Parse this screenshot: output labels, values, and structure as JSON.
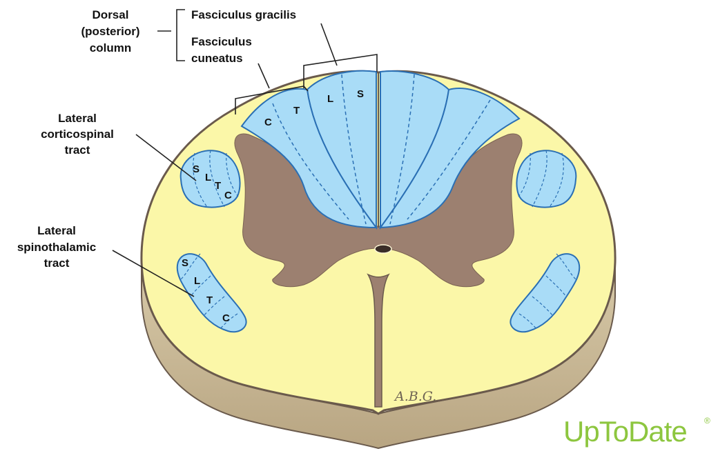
{
  "labels": {
    "dorsal_column": [
      "Dorsal",
      "(posterior)",
      "column"
    ],
    "fasciculus_gracilis": "Fasciculus gracilis",
    "fasciculus_cuneatus": [
      "Fasciculus",
      "cuneatus"
    ],
    "lateral_corticospinal": [
      "Lateral",
      "corticospinal",
      "tract"
    ],
    "lateral_spinothalamic": [
      "Lateral",
      "spinothalamic",
      "tract"
    ]
  },
  "segments": {
    "dorsal_cuneatus": [
      "C",
      "T"
    ],
    "dorsal_gracilis": [
      "L",
      "S"
    ],
    "corticospinal": [
      "S",
      "L",
      "T",
      "C"
    ],
    "spinothalamic": [
      "S",
      "L",
      "T",
      "C"
    ]
  },
  "signature": "A.B.G.",
  "brand": {
    "name": "UpToDate",
    "mark": "®",
    "color": "#8dc63f"
  },
  "colors": {
    "white_matter": "#fbf7a8",
    "gray_matter": "#9c8070",
    "tracts": "#a9dcf7",
    "tract_stroke": "#2a6fb4",
    "outline": "#6a5a4c",
    "side_band": "#c8b698"
  }
}
